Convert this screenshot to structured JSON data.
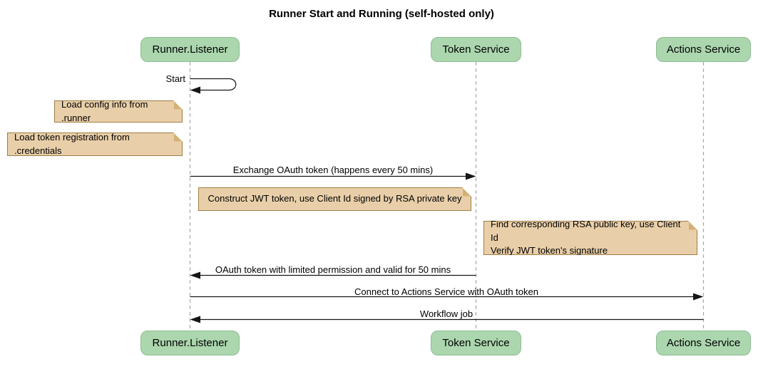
{
  "title": "Runner Start and Running (self-hosted only)",
  "participants": [
    {
      "name": "Runner.Listener"
    },
    {
      "name": "Token Service"
    },
    {
      "name": "Actions Service"
    }
  ],
  "messages": [
    {
      "label": "Start",
      "from": "Runner.Listener",
      "to": "Runner.Listener",
      "kind": "self"
    },
    {
      "label": "Exchange OAuth token (happens every 50 mins)",
      "from": "Runner.Listener",
      "to": "Token Service",
      "kind": "solid-arrow"
    },
    {
      "label": "OAuth token with limited permission and valid for 50 mins",
      "from": "Token Service",
      "to": "Runner.Listener",
      "kind": "solid-arrow"
    },
    {
      "label": "Connect to Actions Service with OAuth token",
      "from": "Runner.Listener",
      "to": "Actions Service",
      "kind": "solid-arrow"
    },
    {
      "label": "Workflow job",
      "from": "Actions Service",
      "to": "Runner.Listener",
      "kind": "solid-arrow"
    }
  ],
  "notes": [
    {
      "text": "Load config info from .runner",
      "anchor": "Runner.Listener"
    },
    {
      "text": "Load token registration from .credentials",
      "anchor": "Runner.Listener"
    },
    {
      "text": "Construct JWT token, use Client Id signed by RSA private key",
      "anchor": "Token Service"
    },
    {
      "text": "Find corresponding RSA public key, use Client Id\nVerify JWT token's signature",
      "anchor": "Actions Service"
    }
  ],
  "colors": {
    "participant_fill": "#abd6ae",
    "participant_border": "#8fbd93",
    "note_fill": "#e9cfa9",
    "note_border": "#9d7c44",
    "note_fold": "#d3b176",
    "lifeline_color": "#a9a9a9",
    "line_color": "#161616"
  }
}
